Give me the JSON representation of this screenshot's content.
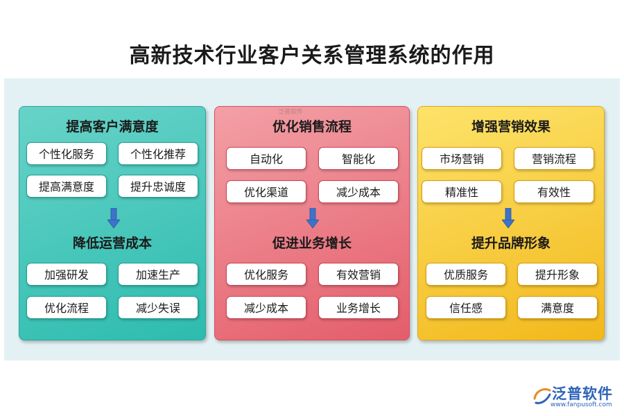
{
  "title": "高新技术行业客户关系管理系统的作用",
  "panels": [
    {
      "title": "提高客户满意度",
      "top_items": [
        "个性化服务",
        "个性化推荐",
        "提高满意度",
        "提升忠诚度"
      ],
      "middle_title": "降低运营成本",
      "bottom_items": [
        "加强研发",
        "加速生产",
        "优化流程",
        "减少失误"
      ],
      "color": "#2dbcaf"
    },
    {
      "title": "优化销售流程",
      "top_items": [
        "自动化",
        "智能化",
        "优化渠道",
        "减少成本"
      ],
      "middle_title": "促进业务增长",
      "bottom_items": [
        "优化服务",
        "有效营销",
        "减少成本",
        "业务增长"
      ],
      "color": "#e45d6b"
    },
    {
      "title": "增强营销效果",
      "top_items": [
        "市场营销",
        "营销流程",
        "精准性",
        "有效性"
      ],
      "middle_title": "提升品牌形象",
      "bottom_items": [
        "优质服务",
        "提升形象",
        "信任感",
        "满意度"
      ],
      "color": "#f2b81b"
    }
  ],
  "watermark": "泛普软件",
  "logo": {
    "name": "泛普软件",
    "url": "www.fanpusoft.com",
    "icon": "fanpu-logo-icon"
  },
  "arrow_icon": "down-arrow-icon",
  "arrow_color": "#3d73c9"
}
